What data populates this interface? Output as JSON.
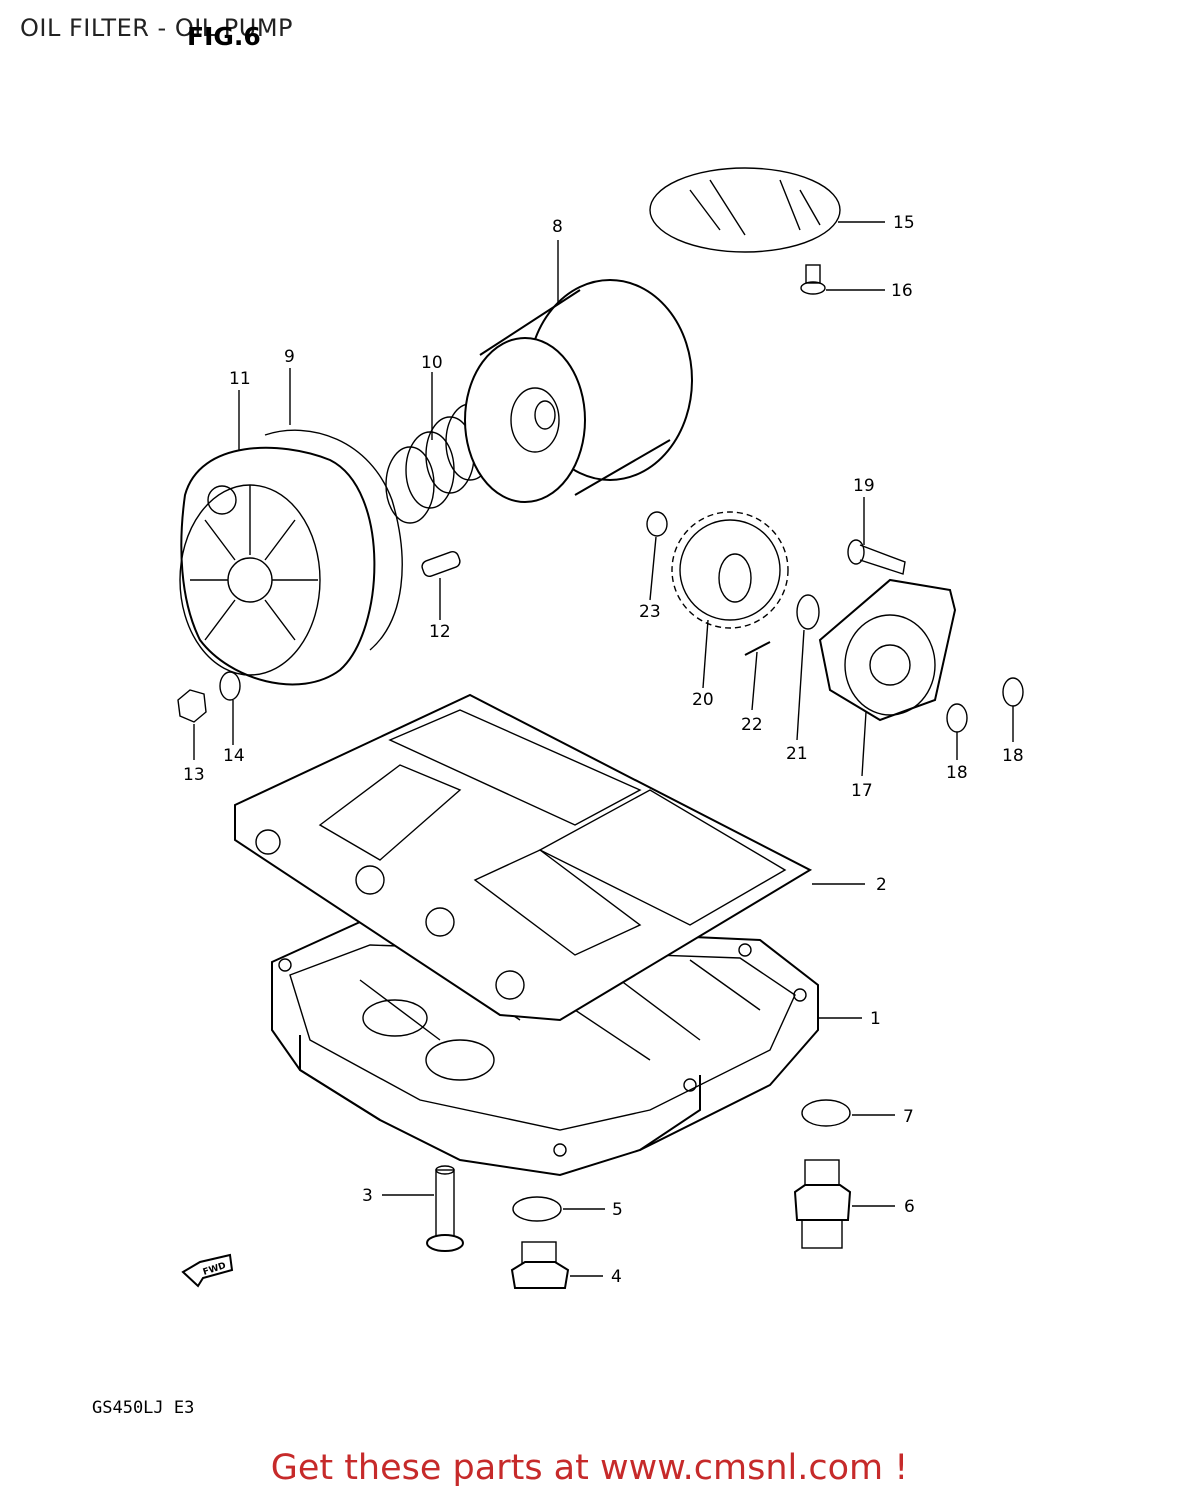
{
  "header": {
    "title": "OIL FILTER - OIL PUMP",
    "figure": "FIG.6"
  },
  "labels": [
    "1",
    "2",
    "3",
    "4",
    "5",
    "6",
    "7",
    "8",
    "9",
    "10",
    "11",
    "12",
    "13",
    "14",
    "15",
    "16",
    "17",
    "18",
    "18",
    "19",
    "20",
    "21",
    "22",
    "23"
  ],
  "fwd_marker": "FWD",
  "model_code": "GS450LJ  E3",
  "footer": {
    "text": "Get these parts at www.cmsnl.com !",
    "color": "#c62a2a"
  }
}
